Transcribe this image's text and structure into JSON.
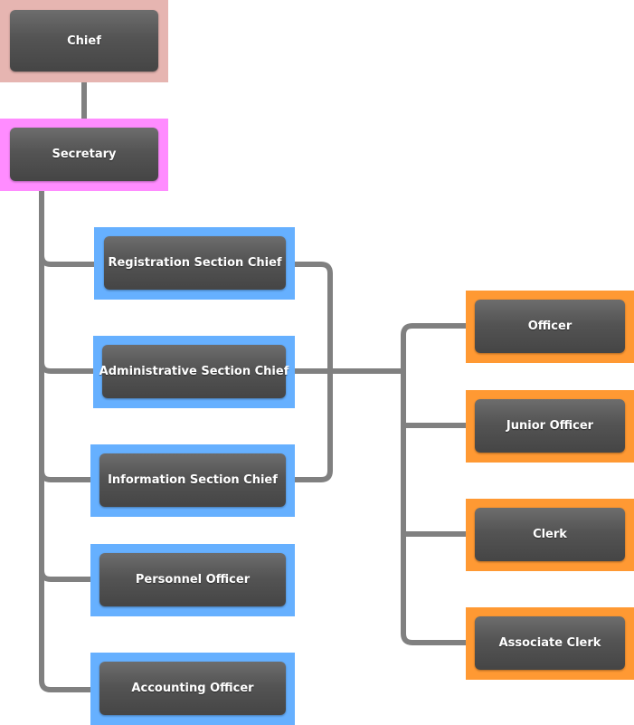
{
  "colors": {
    "connector": "#808080",
    "chief_frame": "#e6b5b1",
    "secretary_frame": "#ff8cff",
    "blue_frame": "#66b0ff",
    "orange_frame": "#ff9933"
  },
  "nodes": {
    "chief": "Chief",
    "secretary": "Secretary",
    "registration_section_chief": "Registration Section Chief",
    "administrative_section_chief": "Administrative Section Chief",
    "information_section_chief": "Information Section Chief",
    "personnel_officer": "Personnel Officer",
    "accounting_officer": "Accounting Officer",
    "officer": "Officer",
    "junior_officer": "Junior Officer",
    "clerk": "Clerk",
    "associate_clerk": "Associate Clerk"
  }
}
